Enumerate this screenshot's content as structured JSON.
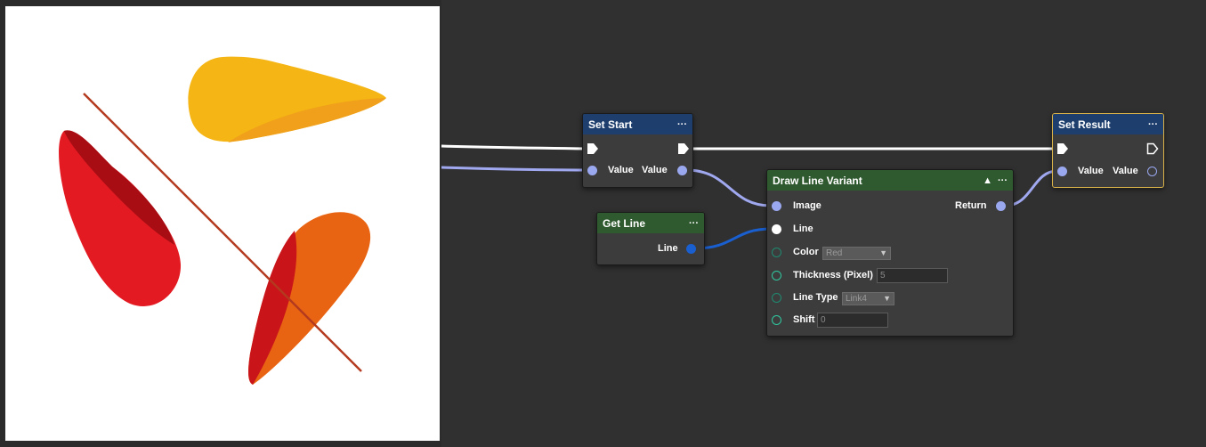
{
  "colors": {
    "canvas": "#303030",
    "node_body": "#3c3c3c",
    "header_blue": "#1e3f6e",
    "header_green": "#2f5a2f",
    "wire_value": "#a0a8f0",
    "wire_line": "#1a5fd0",
    "wire_exec": "#ffffff",
    "selected_border": "#d9b24a",
    "shape_yellow": "#f5b514",
    "shape_red": "#e31a22",
    "shape_orange": "#e96412",
    "drawn_line": "#b33a1e"
  },
  "nodes": {
    "set_start": {
      "title": "Set Start",
      "menu": "···",
      "in_label": "Value",
      "out_label": "Value"
    },
    "get_line": {
      "title": "Get Line",
      "menu": "···",
      "out_label": "Line"
    },
    "draw_line_variant": {
      "title": "Draw Line Variant",
      "menu": "···",
      "icon": "flask-icon",
      "inputs": {
        "image": "Image",
        "line": "Line",
        "color": "Color",
        "thickness": "Thickness (Pixel)",
        "line_type": "Line Type",
        "shift": "Shift"
      },
      "output": "Return",
      "color_value": "Red",
      "thickness_placeholder": "5",
      "line_type_value": "Link4",
      "shift_placeholder": "0"
    },
    "set_result": {
      "title": "Set Result",
      "menu": "···",
      "in_label": "Value",
      "out_label": "Value"
    }
  }
}
